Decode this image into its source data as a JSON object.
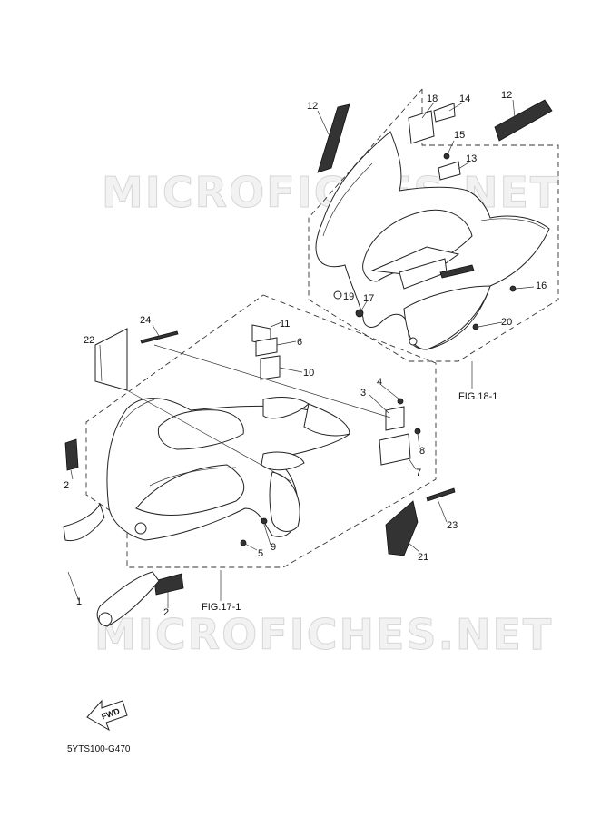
{
  "watermark": "MICROFICHES.NET",
  "figure_refs": {
    "fig18": "FIG.18-1",
    "fig17": "FIG.17-1"
  },
  "fwd_label": "FWD",
  "diagram_code": "5YTS100-G470",
  "callouts": {
    "c1": "1",
    "c2a": "2",
    "c2b": "2",
    "c3": "3",
    "c4": "4",
    "c5": "5",
    "c6": "6",
    "c7": "7",
    "c8": "8",
    "c9": "9",
    "c10": "10",
    "c11": "11",
    "c12a": "12",
    "c12b": "12",
    "c13": "13",
    "c14": "14",
    "c15": "15",
    "c16": "16",
    "c17": "17",
    "c18": "18",
    "c19": "19",
    "c20": "20",
    "c21": "21",
    "c22": "22",
    "c23": "23",
    "c24": "24"
  }
}
